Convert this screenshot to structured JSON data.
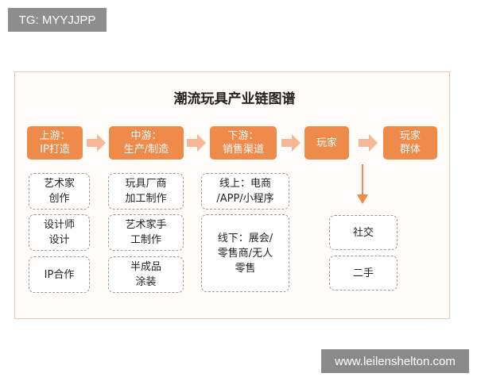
{
  "tag": "TG: MYYJJPP",
  "watermark": "www.leilenshelton.com",
  "diagram": {
    "title": "潮流玩具产业链图谱",
    "stages": [
      {
        "line1": "上游：",
        "line2": "IP打造"
      },
      {
        "line1": "中游：",
        "line2": "生产/制造"
      },
      {
        "line1": "下游：",
        "line2": "销售渠道"
      },
      {
        "line1": "玩家",
        "line2": ""
      },
      {
        "line1": "玩家",
        "line2": "群体"
      }
    ],
    "upstream": [
      {
        "line1": "艺术家",
        "line2": "创作"
      },
      {
        "line1": "设计师",
        "line2": "设计"
      },
      {
        "line1": "IP合作",
        "line2": ""
      }
    ],
    "midstream": [
      {
        "line1": "玩具厂商",
        "line2": "加工制作"
      },
      {
        "line1": "艺术家手",
        "line2": "工制作"
      },
      {
        "line1": "半成品",
        "line2": "涂装"
      }
    ],
    "downstream": [
      {
        "line1": "线上：电商",
        "line2": "/APP/小程序",
        "line3": ""
      },
      {
        "line1": "线下：展会/",
        "line2": "零售商/无人",
        "line3": "零售"
      }
    ],
    "players": [
      {
        "label": "社交"
      },
      {
        "label": "二手"
      }
    ],
    "colors": {
      "accent": "#ee8a4a",
      "arrow": "#f6b894",
      "dashed_border": "#9a9a9a"
    }
  }
}
